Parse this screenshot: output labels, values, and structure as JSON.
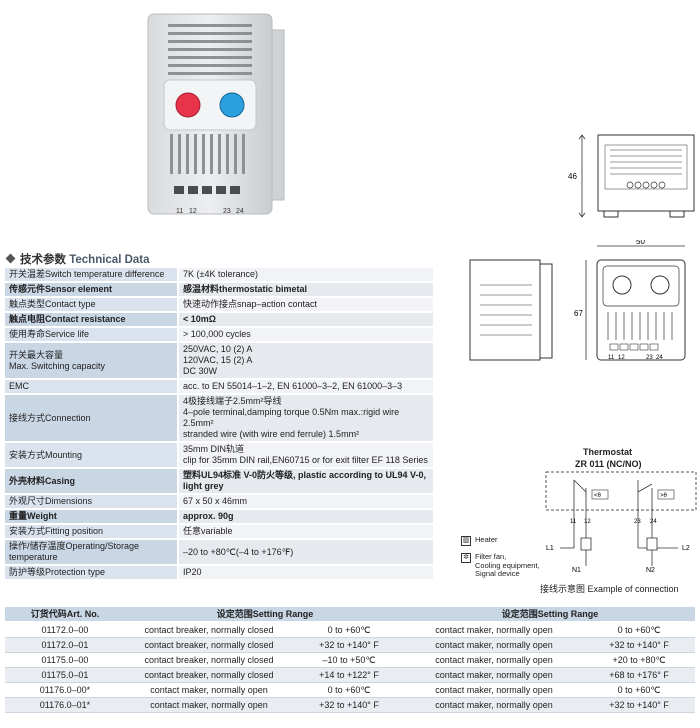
{
  "section_title": {
    "cn": "技术参数",
    "en": "Technical Data"
  },
  "spec_rows": [
    {
      "label": "开关温差Switch temperature difference",
      "value": "7K (±4K tolerance)",
      "bold": false
    },
    {
      "label": "传感元件Sensor element",
      "value": "感温材料thermostatic bimetal",
      "bold": true
    },
    {
      "label": "触点类型Contact type",
      "value": "快速动作接点snap–action contact",
      "bold": false
    },
    {
      "label": "触点电阻Contact resistance",
      "value": "< 10mΩ",
      "bold": true
    },
    {
      "label": "使用寿命Service life",
      "value": "> 100,000 cycles",
      "bold": false
    },
    {
      "label": "开关最大容量\nMax. Switching capacity",
      "value": "250VAC, 10 (2) A\n120VAC, 15 (2) A\nDC 30W",
      "bold": false
    },
    {
      "label": "EMC",
      "value": "acc. to EN 55014–1–2, EN 61000–3–2, EN 61000–3–3",
      "bold": false
    },
    {
      "label": "接线方式Connection",
      "value": "4极接线端子2.5mm²导线\n4–pole terminal,damping torque 0.5Nm max.:rigid wire 2.5mm²\nstranded wire (with wire end ferrule) 1.5mm²",
      "bold": false
    },
    {
      "label": "安装方式Mounting",
      "value": "35mm DIN轨道\nclip for 35mm DIN rail,EN60715 or for exit filter EF 118 Series",
      "bold": false
    },
    {
      "label": "外壳材料Casing",
      "value": "塑料UL94标准 V-0防火等级, plastic according to UL94 V-0, light grey",
      "bold": true
    },
    {
      "label": "外观尺寸Dimensions",
      "value": "67 x 50 x 46mm",
      "bold": false
    },
    {
      "label": "重量Weight",
      "value": "approx. 90g",
      "bold": true
    },
    {
      "label": "安装方式Fitting position",
      "value": "任意variable",
      "bold": false
    },
    {
      "label": "操作/储存温度Operating/Storage temperature",
      "value": "–20 to +80℃(–4 to +176℉)",
      "bold": false
    },
    {
      "label": "防护等级Protection type",
      "value": "IP20",
      "bold": false
    }
  ],
  "photo": {
    "terminals": [
      "11",
      "12",
      "23",
      "24"
    ],
    "dial_left_color": "#e8344a",
    "dial_right_color": "#2aa0dc"
  },
  "dims": {
    "depth": "46",
    "width": "50",
    "height": "67",
    "terminals": [
      "11",
      "12",
      "23",
      "24"
    ]
  },
  "wiring": {
    "title1": "Thermostat",
    "title2": "ZR 011 (NC/NO)",
    "terminals": [
      "11",
      "12",
      "23",
      "24"
    ],
    "l1": "L1",
    "l2": "L2",
    "n1": "N1",
    "n2": "N2",
    "set1": "<θ",
    "set2": ">θ"
  },
  "legend": {
    "heater": "Heater",
    "fan": "Filter fan,\nCooling equipment,\nSignal device"
  },
  "connection_caption": "接线示意图 Example of connection",
  "article_table": {
    "headers": [
      "订货代码Art. No.",
      "设定范围Setting Range",
      "设定范围Setting Range"
    ],
    "rows": [
      [
        "01172.0–00",
        "contact breaker, normally closed",
        "0 to +60℃",
        "contact maker, normally open",
        "0 to +60℃"
      ],
      [
        "01172.0–01",
        "contact breaker, normally closed",
        "+32 to +140°  F",
        "contact maker, normally open",
        "+32 to +140°  F"
      ],
      [
        "01175.0–00",
        "contact breaker, normally closed",
        "–10 to +50℃",
        "contact maker, normally open",
        "+20 to +80℃"
      ],
      [
        "01175.0–01",
        "contact breaker, normally closed",
        "+14 to +122°  F",
        "contact maker, normally open",
        "+68 to +176°  F"
      ],
      [
        "01176.0–00*",
        "contact maker, normally open",
        "0 to +60℃",
        "contact maker, normally open",
        "0 to +60℃"
      ],
      [
        "01176.0–01*",
        "contact maker, normally open",
        "+32 to +140°  F",
        "contact maker, normally open",
        "+32 to +140°  F"
      ]
    ]
  }
}
